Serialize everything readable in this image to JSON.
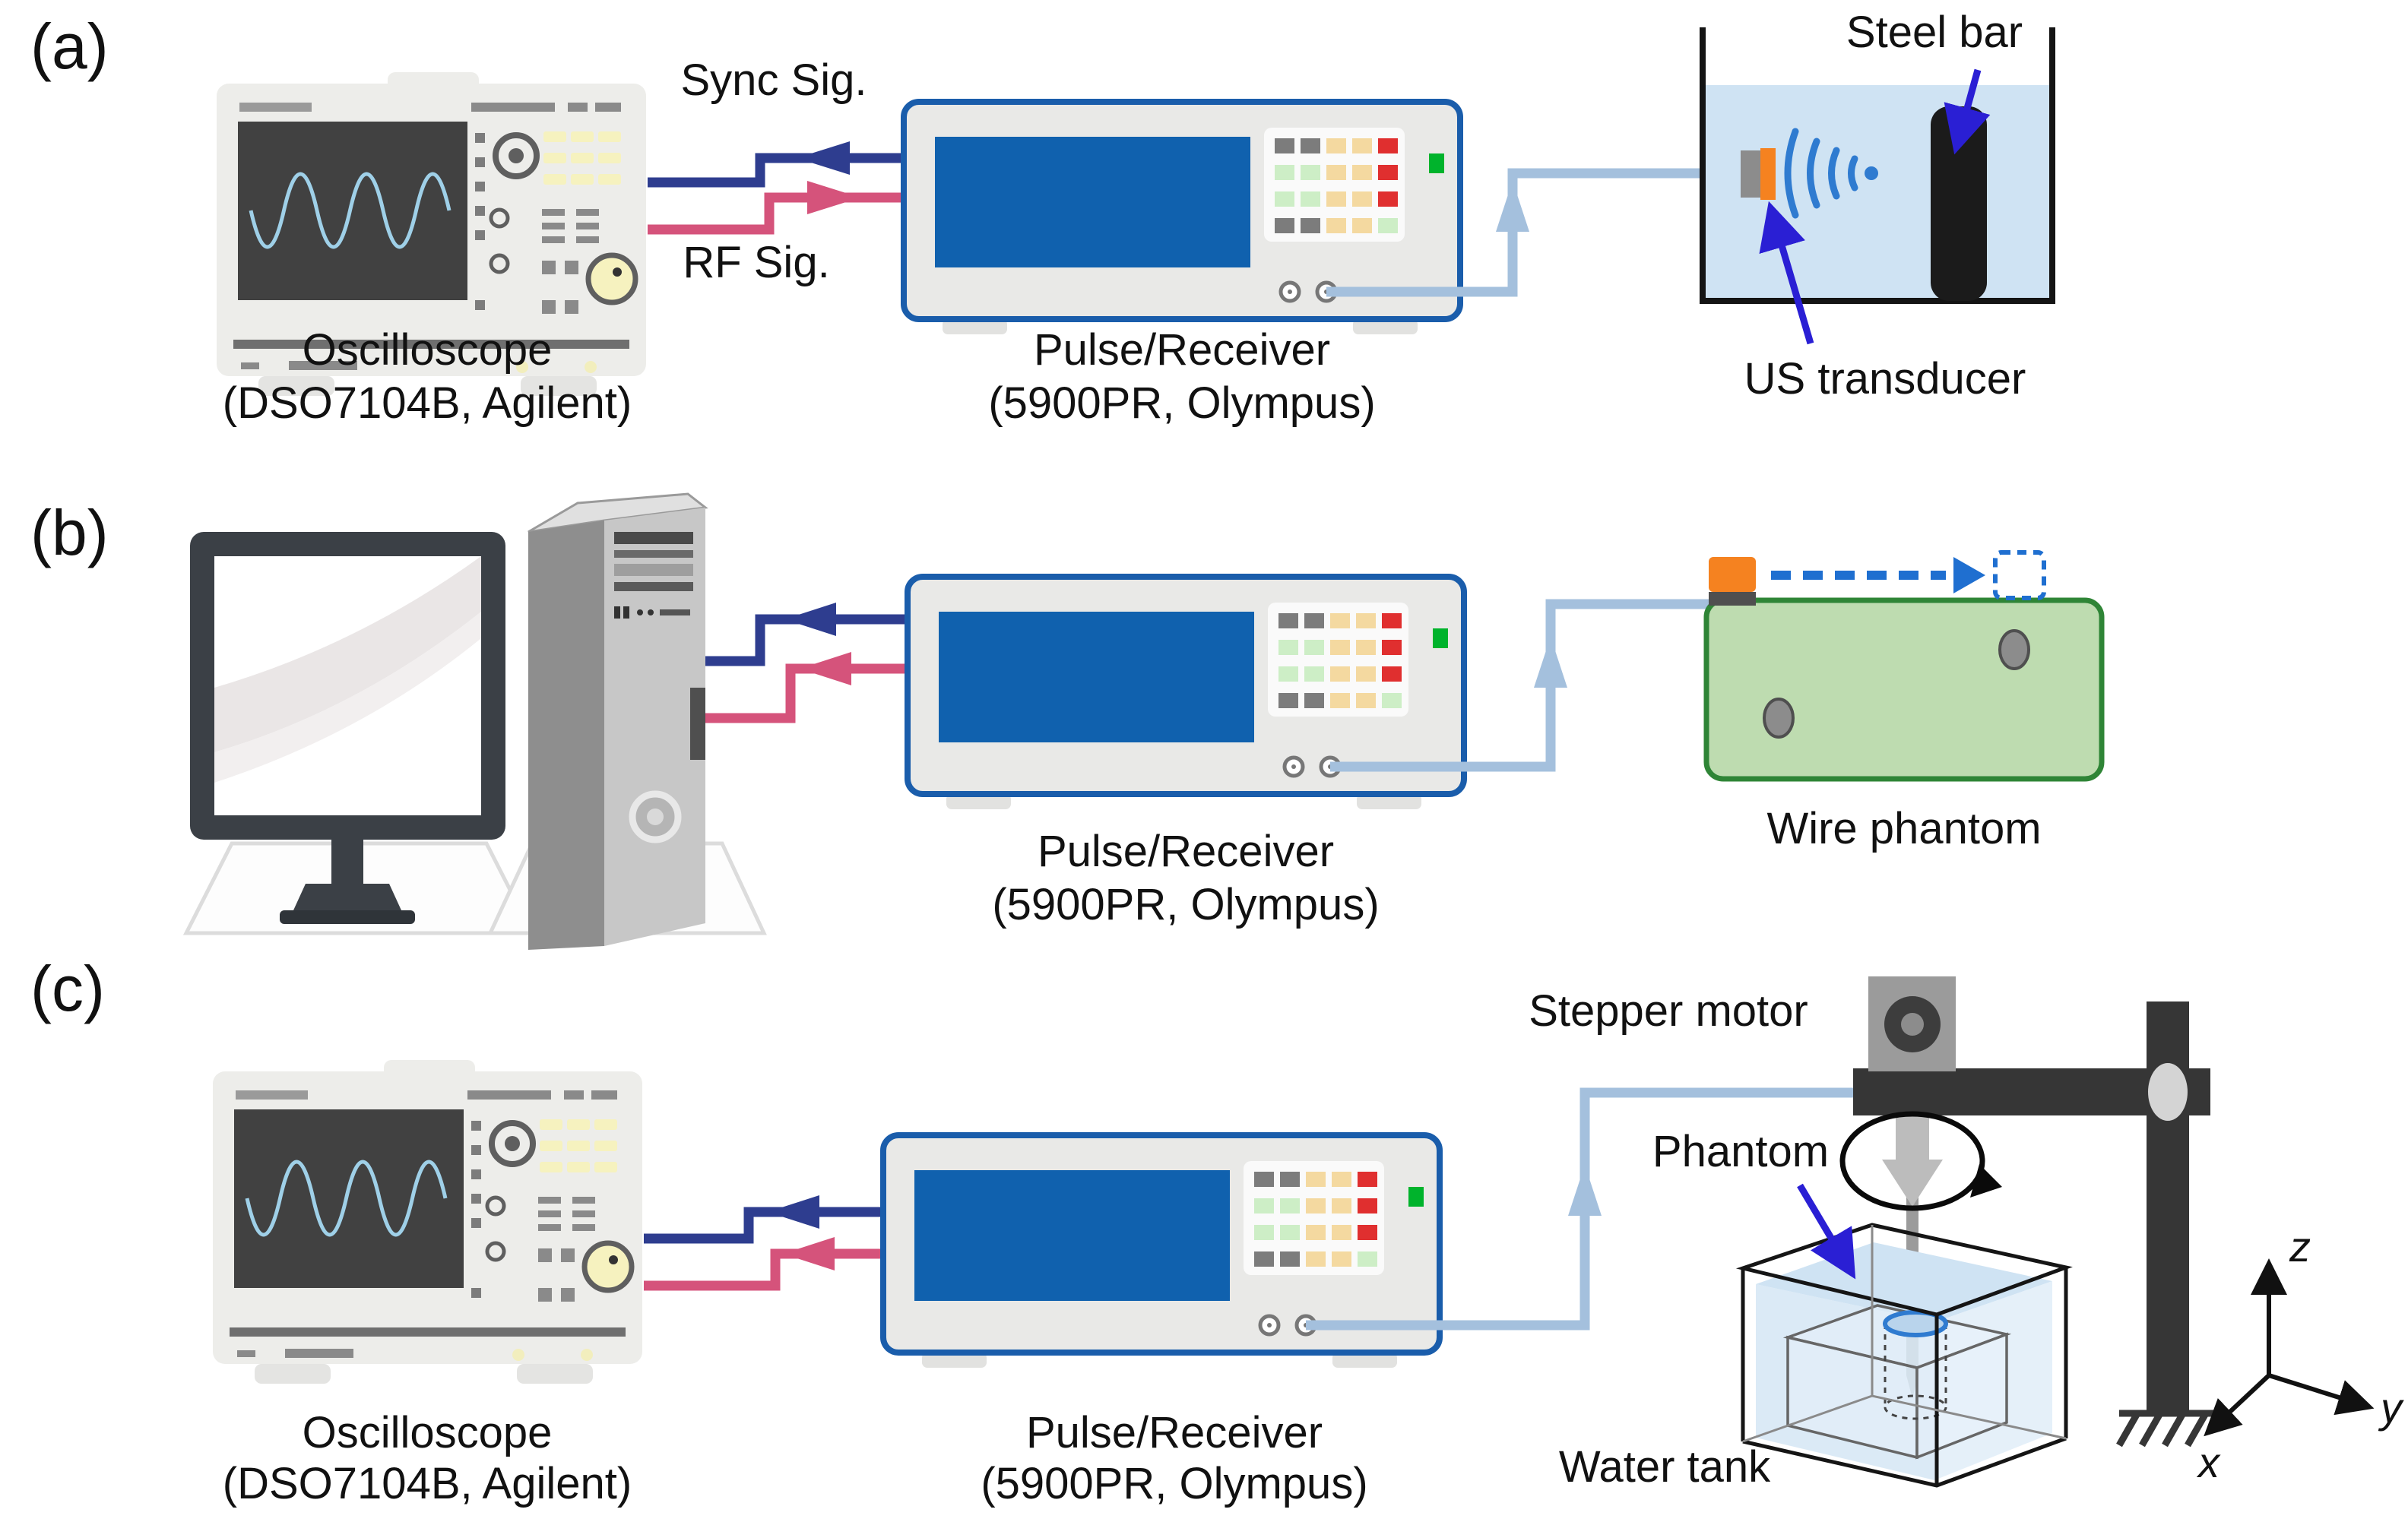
{
  "figure": {
    "panel_a": {
      "tag": "(a)",
      "sync_signal_label": "Sync Sig.",
      "rf_signal_label": "RF Sig.",
      "oscilloscope": {
        "name": "Oscilloscope",
        "model": "(DSO7104B, Agilent)"
      },
      "pulse_receiver": {
        "name": "Pulse/Receiver",
        "model": "(5900PR, Olympus)"
      },
      "tank": {
        "steel_bar_label": "Steel bar",
        "us_transducer_label": "US transducer"
      }
    },
    "panel_b": {
      "tag": "(b)",
      "pulse_receiver": {
        "name": "Pulse/Receiver",
        "model": "(5900PR, Olympus)"
      },
      "wire_phantom_label": "Wire phantom"
    },
    "panel_c": {
      "tag": "(c)",
      "oscilloscope": {
        "name": "Oscilloscope",
        "model": "(DSO7104B, Agilent)"
      },
      "pulse_receiver": {
        "name": "Pulse/Receiver",
        "model": "(5900PR, Olympus)"
      },
      "stepper_motor_label": "Stepper motor",
      "phantom_label": "Phantom",
      "water_tank_label": "Water tank",
      "axes": {
        "x": "x",
        "y": "y",
        "z": "z"
      }
    },
    "colors": {
      "sync_arrow_blue": "#2e3d8f",
      "rf_arrow_pink": "#d5537b",
      "cable_light_blue": "#a4c0dd",
      "annotation_arrow_blue": "#2a1fd4",
      "pulser_screen_blue": "#1061ae",
      "pulser_border_blue": "#1a5dab",
      "water_light_blue": "#cfe3f3",
      "steel_bar_black": "#1b1b1b",
      "transducer_orange": "#f58220",
      "wavefront_blue": "#2f7bd0",
      "wire_phantom_green_fill": "#bedcb0",
      "wire_phantom_green_border": "#2f8536",
      "scan_arrow_blue": "#1f6fd0",
      "led_green": "#00b32c",
      "scope_screen_dark": "#414141",
      "scope_trace_blue": "#9fd0e8"
    }
  }
}
